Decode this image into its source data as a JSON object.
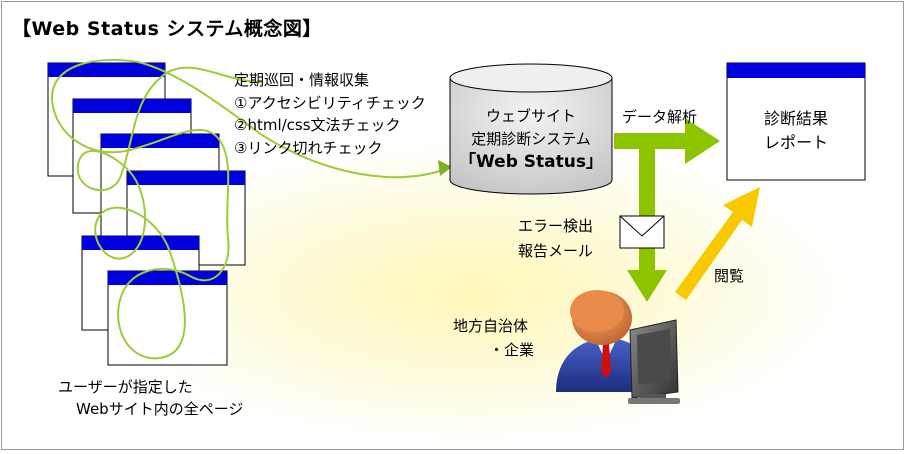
{
  "title": "【Web Status システム概念図】",
  "steps": {
    "heading": "定期巡回・情報収集",
    "item1": "①アクセシビリティチェック",
    "item2": "②html/css文法チェック",
    "item3": "③リンク切れチェック"
  },
  "system": {
    "line1": "ウェブサイト",
    "line2": "定期診断システム",
    "line3": "「Web Status」"
  },
  "data_analysis": "データ解析",
  "report": {
    "line1": "診断結果",
    "line2": "レポート"
  },
  "error_mail": {
    "line1": "エラー検出",
    "line2": "報告メール"
  },
  "view": "閲覧",
  "user": {
    "line1": "地方自治体",
    "line2": "・企業"
  },
  "pages": {
    "line1": "ユーザーが指定した",
    "line2": "Webサイト内の全ページ"
  },
  "colors": {
    "window_bar": "#0000dd",
    "loop_line": "#9ccc3c",
    "arrow_green": "#8cc400",
    "arrow_yellow": "#f8c800",
    "cylinder": "#d9d9d9"
  },
  "icons": [
    "mail-icon",
    "user-at-computer-icon",
    "database-cylinder-icon"
  ]
}
